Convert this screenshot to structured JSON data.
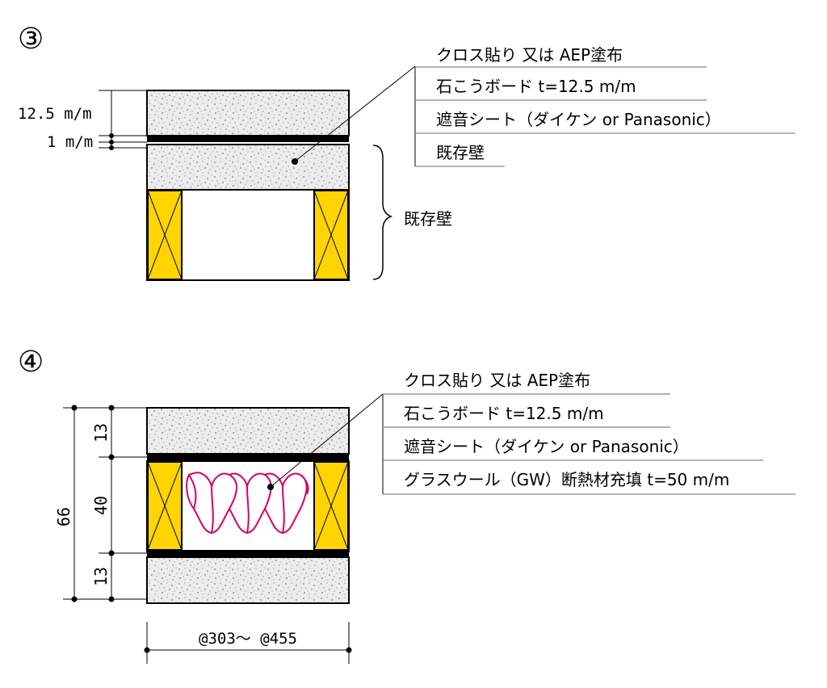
{
  "diagram3": {
    "number": "③",
    "dim_top": "12.5 m/m",
    "dim_sheet": "1 m/m",
    "callouts": [
      "クロス貼り 又は AEP塗布",
      "石こうボード t=12.5 m/m",
      "遮音シート（ダイケン or Panasonic）",
      "既存壁"
    ],
    "brace_label": "既存壁"
  },
  "diagram4": {
    "number": "④",
    "dim_total": "66",
    "dim_top": "13",
    "dim_mid": "40",
    "dim_bottom": "13",
    "callouts": [
      "クロス貼り 又は AEP塗布",
      "石こうボード t=12.5 m/m",
      "遮音シート（ダイケン or Panasonic）",
      "グラスウール（GW）断熱材充填 t=50 m/m"
    ],
    "spacing": "@303～ @455"
  },
  "colors": {
    "stud_fill": "#ffd400",
    "insulation_stroke": "#d4006a",
    "board_fill": "#e9e9e9",
    "line": "#000000",
    "leader_line": "#888888"
  }
}
